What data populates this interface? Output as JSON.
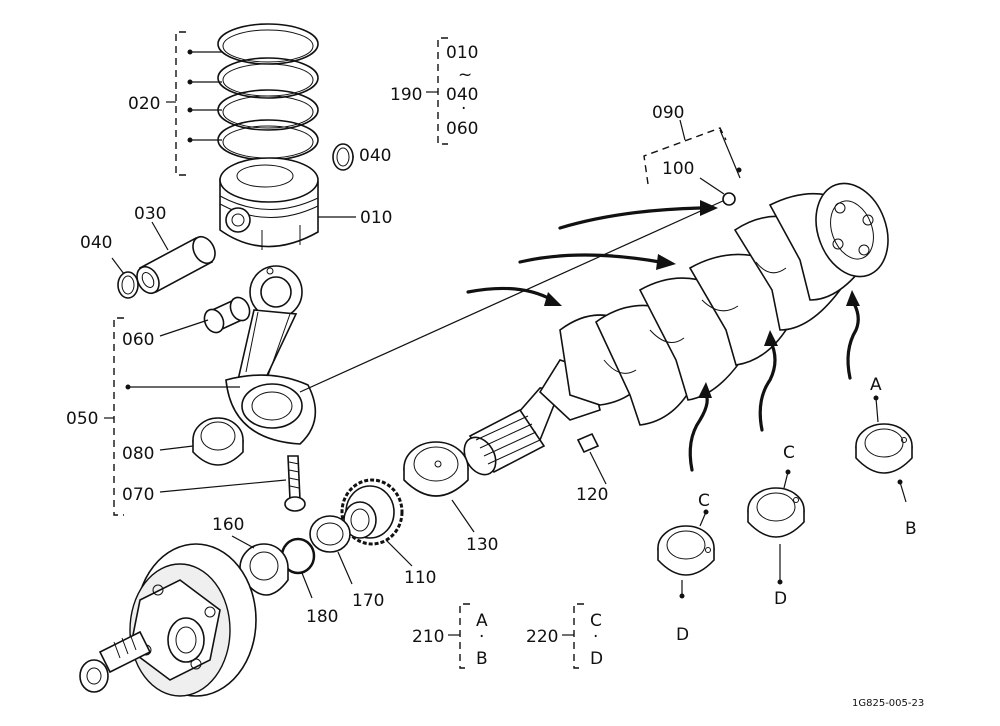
{
  "labels": {
    "p010": "010",
    "p020": "020",
    "p030": "030",
    "p040a": "040",
    "p040b": "040",
    "p050": "050",
    "p060": "060",
    "p070": "070",
    "p080": "080",
    "p090": "090",
    "p100": "100",
    "p110": "110",
    "p120": "120",
    "p130": "130",
    "p160": "160",
    "p170": "170",
    "p180": "180",
    "p190": "190",
    "p210": "210",
    "p220": "220"
  },
  "group190": {
    "top": "010",
    "tilde": "~",
    "mid": "040",
    "sep": "·",
    "bottom": "060"
  },
  "group210": {
    "top": "A",
    "sep": "·",
    "bottom": "B"
  },
  "group220": {
    "top": "C",
    "sep": "·",
    "bottom": "D"
  },
  "bearing_letters": {
    "b1_top": "C",
    "b1_bottom": "D",
    "b2_top": "C",
    "b2_bottom": "D",
    "b3_top": "A",
    "b3_bottom": "B"
  },
  "drawing_code": "1G825-005-23"
}
